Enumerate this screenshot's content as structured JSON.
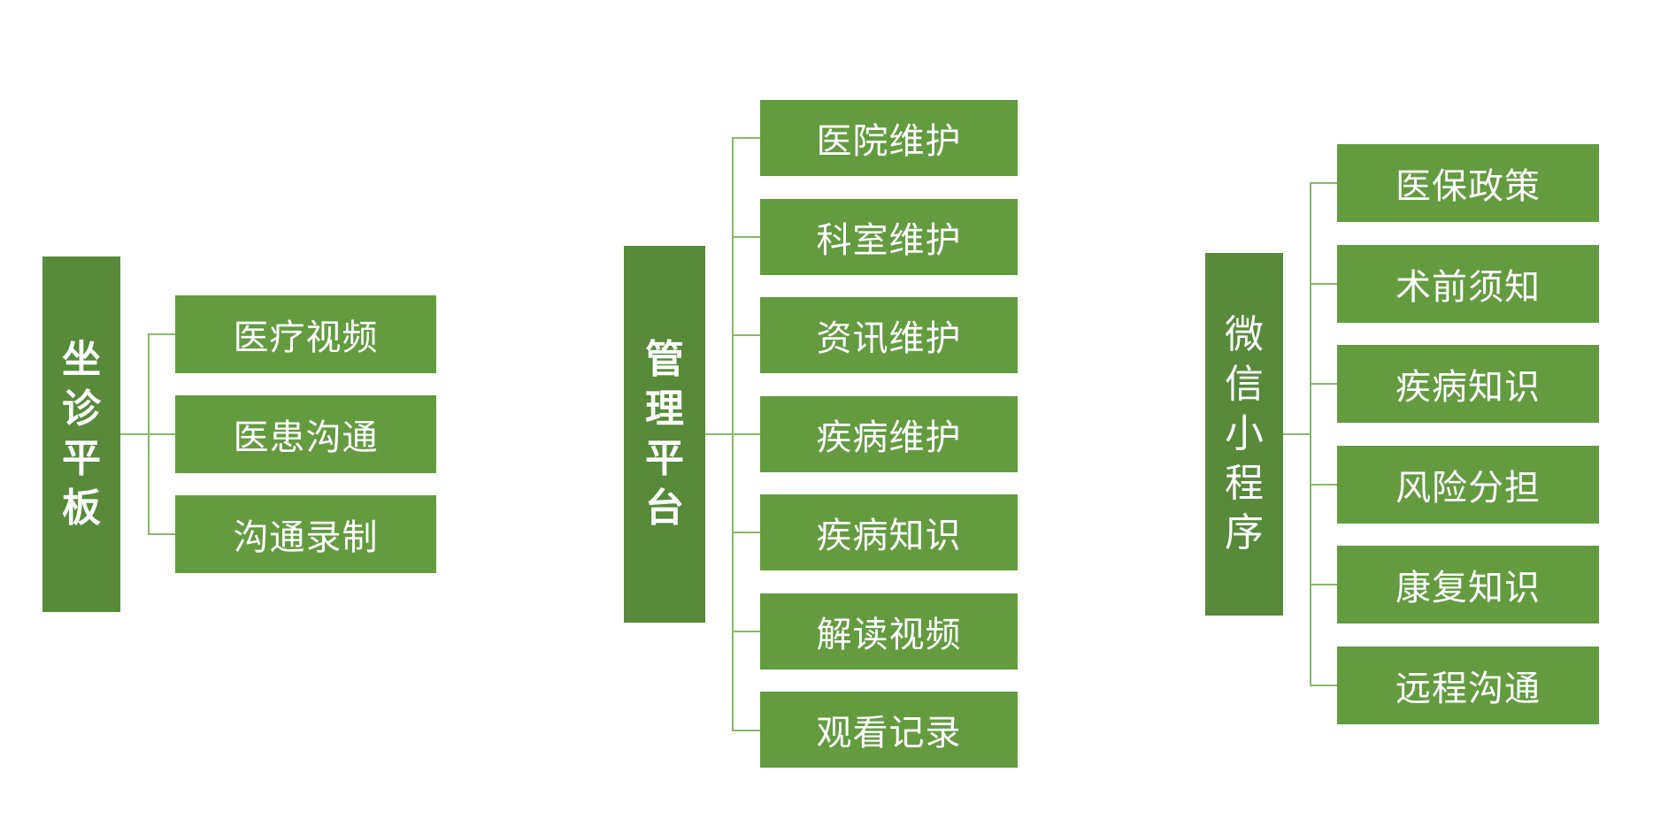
{
  "colors": {
    "root_fill": "#578a39",
    "leaf_fill": "#629c3f",
    "connector": "#8ab86a",
    "text": "#ffffff"
  },
  "groups": [
    {
      "title": "坐诊平板",
      "items": [
        "医疗视频",
        "医患沟通",
        "沟通录制"
      ]
    },
    {
      "title": "管理平台",
      "items": [
        "医院维护",
        "科室维护",
        "资讯维护",
        "疾病维护",
        "疾病知识",
        "解读视频",
        "观看记录"
      ]
    },
    {
      "title": "微信小程序",
      "items": [
        "医保政策",
        "术前须知",
        "疾病知识",
        "风险分担",
        "康复知识",
        "远程沟通"
      ]
    }
  ]
}
